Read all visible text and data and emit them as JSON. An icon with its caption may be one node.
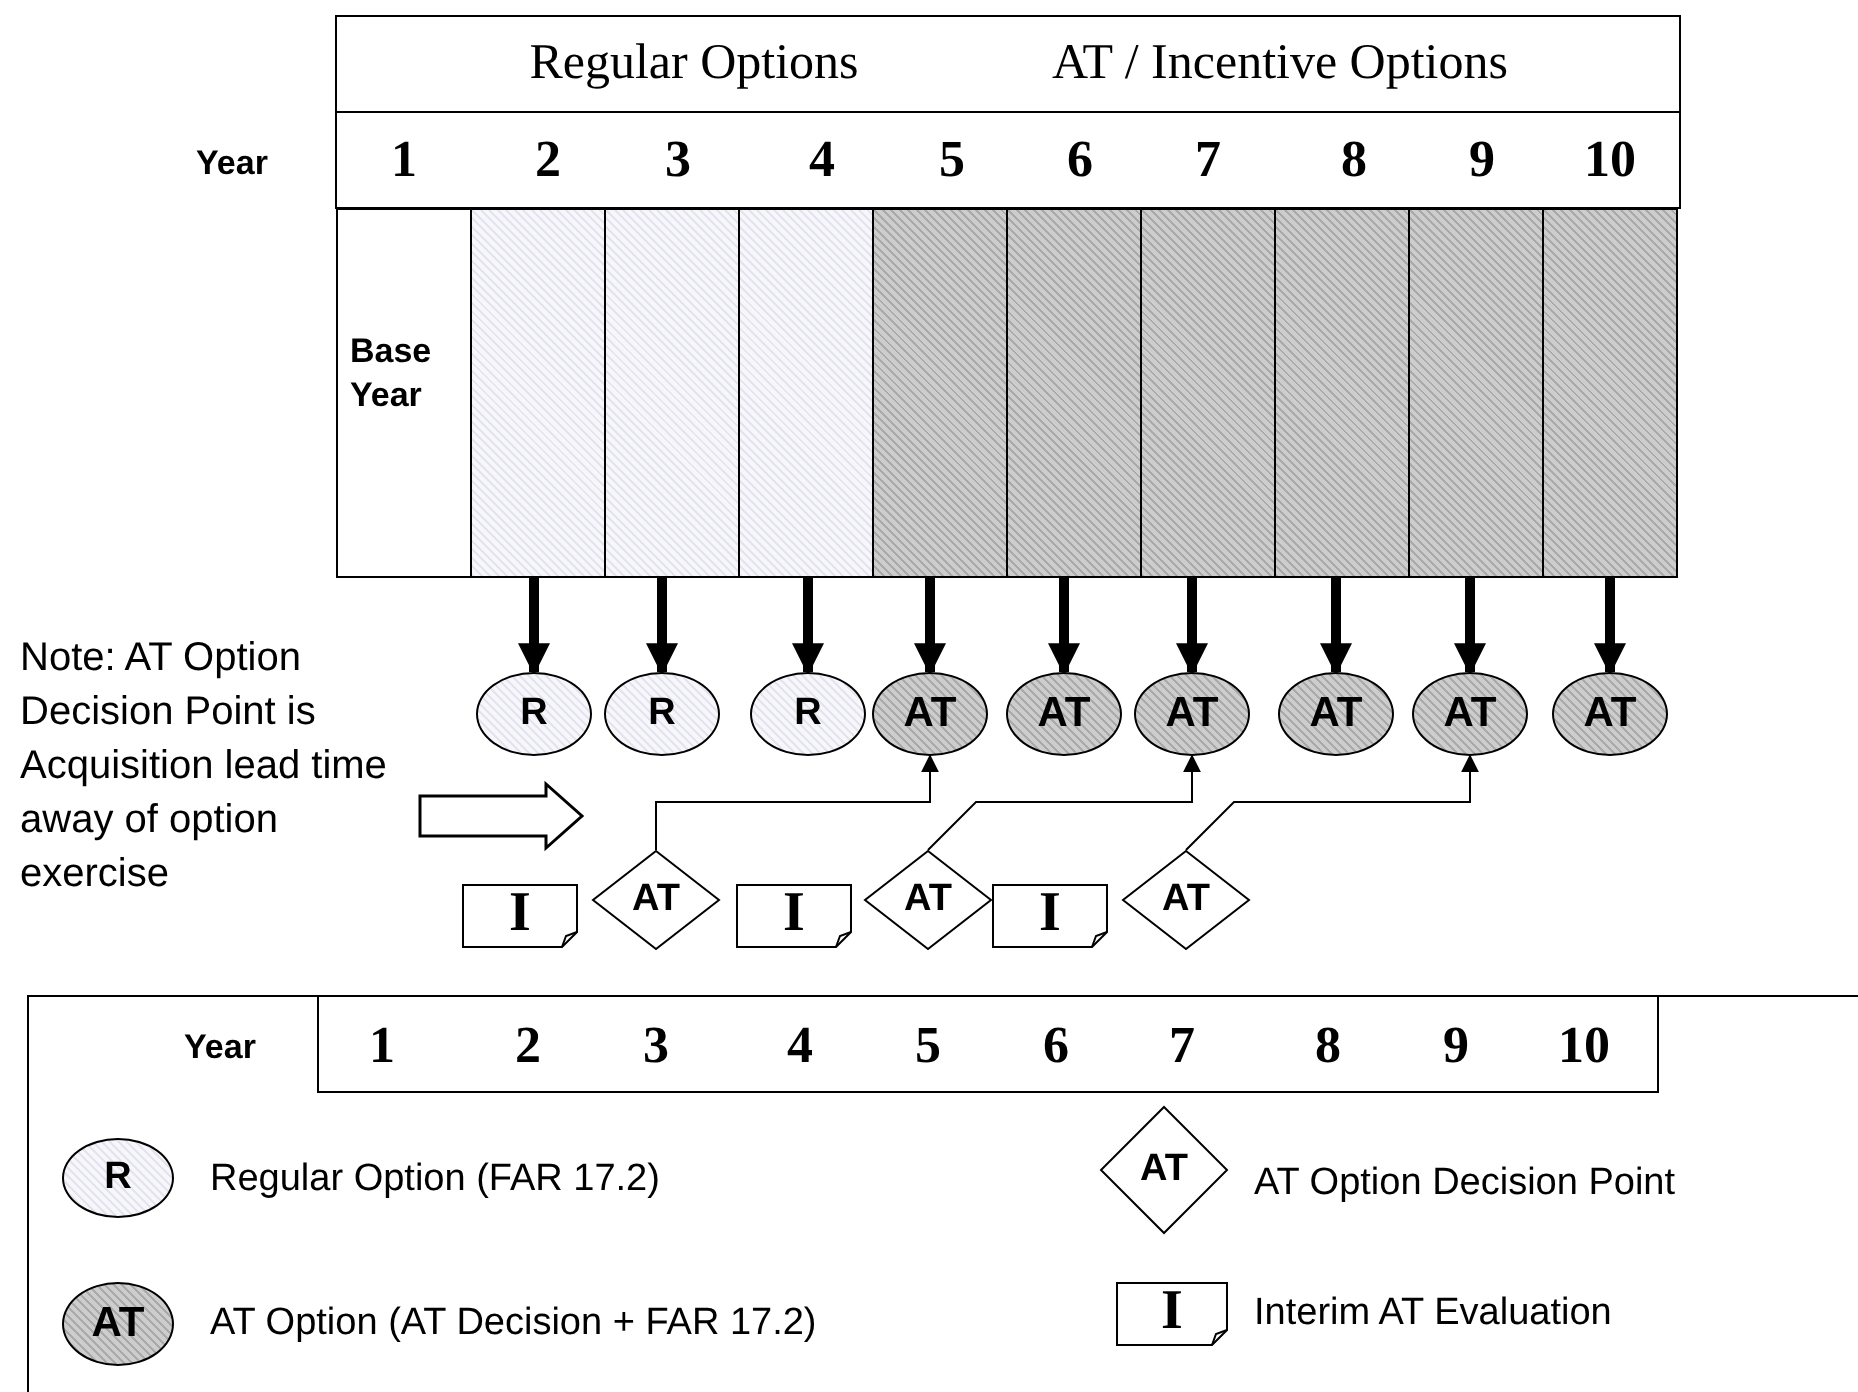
{
  "diagram": {
    "nodes": [
      {
        "text": [
          "Base Year"
        ]
      },
      {
        "text": [],
        "shape": "bar"
      },
      {
        "text": [],
        "shape": "bar"
      },
      {
        "text": [],
        "shape": "bar"
      },
      {
        "text": [],
        "shape": "bar"
      },
      {
        "text": [],
        "shape": "bar"
      },
      {
        "text": [],
        "shape": "bar"
      },
      {
        "text": [],
        "shape": "bar"
      },
      {
        "text": [],
        "shape": "bar"
      },
      {
        "text": [],
        "shape": "bar"
      },
      {
        "text": [
          "R"
        ]
      },
      {
        "text": [
          "R"
        ]
      },
      {
        "text": [
          "R"
        ]
      },
      {
        "text": [
          "AT"
        ]
      },
      {
        "text": [
          "AT"
        ]
      },
      {
        "text": [
          "AT"
        ]
      },
      {
        "text": [
          "AT"
        ]
      },
      {
        "text": [
          "AT"
        ]
      },
      {
        "text": [
          "AT"
        ]
      },
      {
        "text": [
          "I"
        ]
      },
      {
        "text": [
          "AT"
        ]
      },
      {
        "text": [
          "I"
        ]
      },
      {
        "text": [
          "AT"
        ]
      },
      {
        "text": [
          "I"
        ]
      },
      {
        "text": [
          "AT"
        ]
      },
      {
        "text": [
          "Note: AT Option Decision Point is Acquisition lead time away of option exercise"
        ]
      }
    ],
    "edges": [
      {
        "from": 1,
        "to": 10,
        "arrow": "to"
      },
      {
        "from": 2,
        "to": 11,
        "arrow": "to"
      },
      {
        "from": 3,
        "to": 12,
        "arrow": "to"
      },
      {
        "from": 4,
        "to": 13,
        "arrow": "to"
      },
      {
        "from": 5,
        "to": 14,
        "arrow": "to"
      },
      {
        "from": 6,
        "to": 15,
        "arrow": "to"
      },
      {
        "from": 7,
        "to": 16,
        "arrow": "to"
      },
      {
        "from": 8,
        "to": 17,
        "arrow": "to"
      },
      {
        "from": 9,
        "to": 18,
        "arrow": "to"
      },
      {
        "from": 20,
        "to": 13,
        "arrow": "to"
      },
      {
        "from": 22,
        "to": 15,
        "arrow": "to"
      },
      {
        "from": 24,
        "to": 17,
        "arrow": "to"
      },
      {
        "from": 25,
        "to": null,
        "arrow": "to"
      }
    ],
    "labels": [
      "Regular Options",
      "AT / Incentive Options",
      "Year",
      "1",
      "2",
      "3",
      "4",
      "5",
      "6",
      "7",
      "8",
      "9",
      "10",
      "Year",
      "1",
      "2",
      "3",
      "4",
      "5",
      "6",
      "7",
      "8",
      "9",
      "10",
      "R",
      "AT",
      "AT",
      "I"
    ],
    "legend": [
      {
        "text": "Regular Option (FAR 17.2)"
      },
      {
        "text": "AT Option Decision Point"
      },
      {
        "text": "AT Option (AT Decision + FAR 17.2)"
      },
      {
        "text": "Interim AT Evaluation"
      }
    ]
  }
}
